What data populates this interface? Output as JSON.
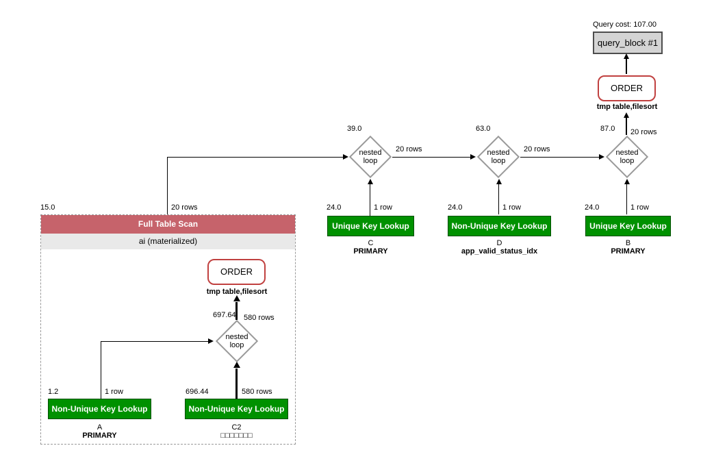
{
  "colors": {
    "green": "#009100",
    "red-header": "#c6636b",
    "order-border": "#c0403f",
    "diamond-border": "#9a9a9a",
    "qblock-bg": "#d4d4d4",
    "qblock-border": "#4d4d4d",
    "subrow-bg": "#e9e9e9"
  },
  "query_block": {
    "cost": "Query cost: 107.00",
    "title": "query_block #1"
  },
  "order_top": {
    "label": "ORDER",
    "note": "tmp table,filesort"
  },
  "loop_label": {
    "l1": "nested",
    "l2": "loop"
  },
  "loops": {
    "nl1": {
      "cost": "39.0",
      "out_rows": "20 rows"
    },
    "nl2": {
      "cost": "63.0",
      "out_rows": "20 rows"
    },
    "nl3": {
      "cost": "87.0",
      "out_rows": "20 rows"
    }
  },
  "lookups": {
    "c": {
      "op": "Unique Key Lookup",
      "cost": "24.0",
      "rows": "1 row",
      "table": "C",
      "key": "PRIMARY"
    },
    "d": {
      "op": "Non-Unique Key Lookup",
      "cost": "24.0",
      "rows": "1 row",
      "table": "D",
      "key": "app_valid_status_idx"
    },
    "b": {
      "op": "Unique Key Lookup",
      "cost": "24.0",
      "rows": "1 row",
      "table": "B",
      "key": "PRIMARY"
    },
    "a": {
      "op": "Non-Unique Key Lookup",
      "cost": "1.2",
      "rows": "1 row",
      "table": "A",
      "key": "PRIMARY"
    },
    "c2": {
      "op": "Non-Unique Key Lookup",
      "cost": "696.44",
      "rows": "580 rows",
      "table": "C2",
      "key": "□□□□□□□"
    }
  },
  "materialized": {
    "title": "Full Table Scan",
    "subtitle": "ai (materialized)",
    "cost": "15.0",
    "out_rows": "20 rows",
    "order": {
      "label": "ORDER",
      "note": "tmp table,filesort",
      "cost": "697.64",
      "rows": "580 rows"
    }
  }
}
